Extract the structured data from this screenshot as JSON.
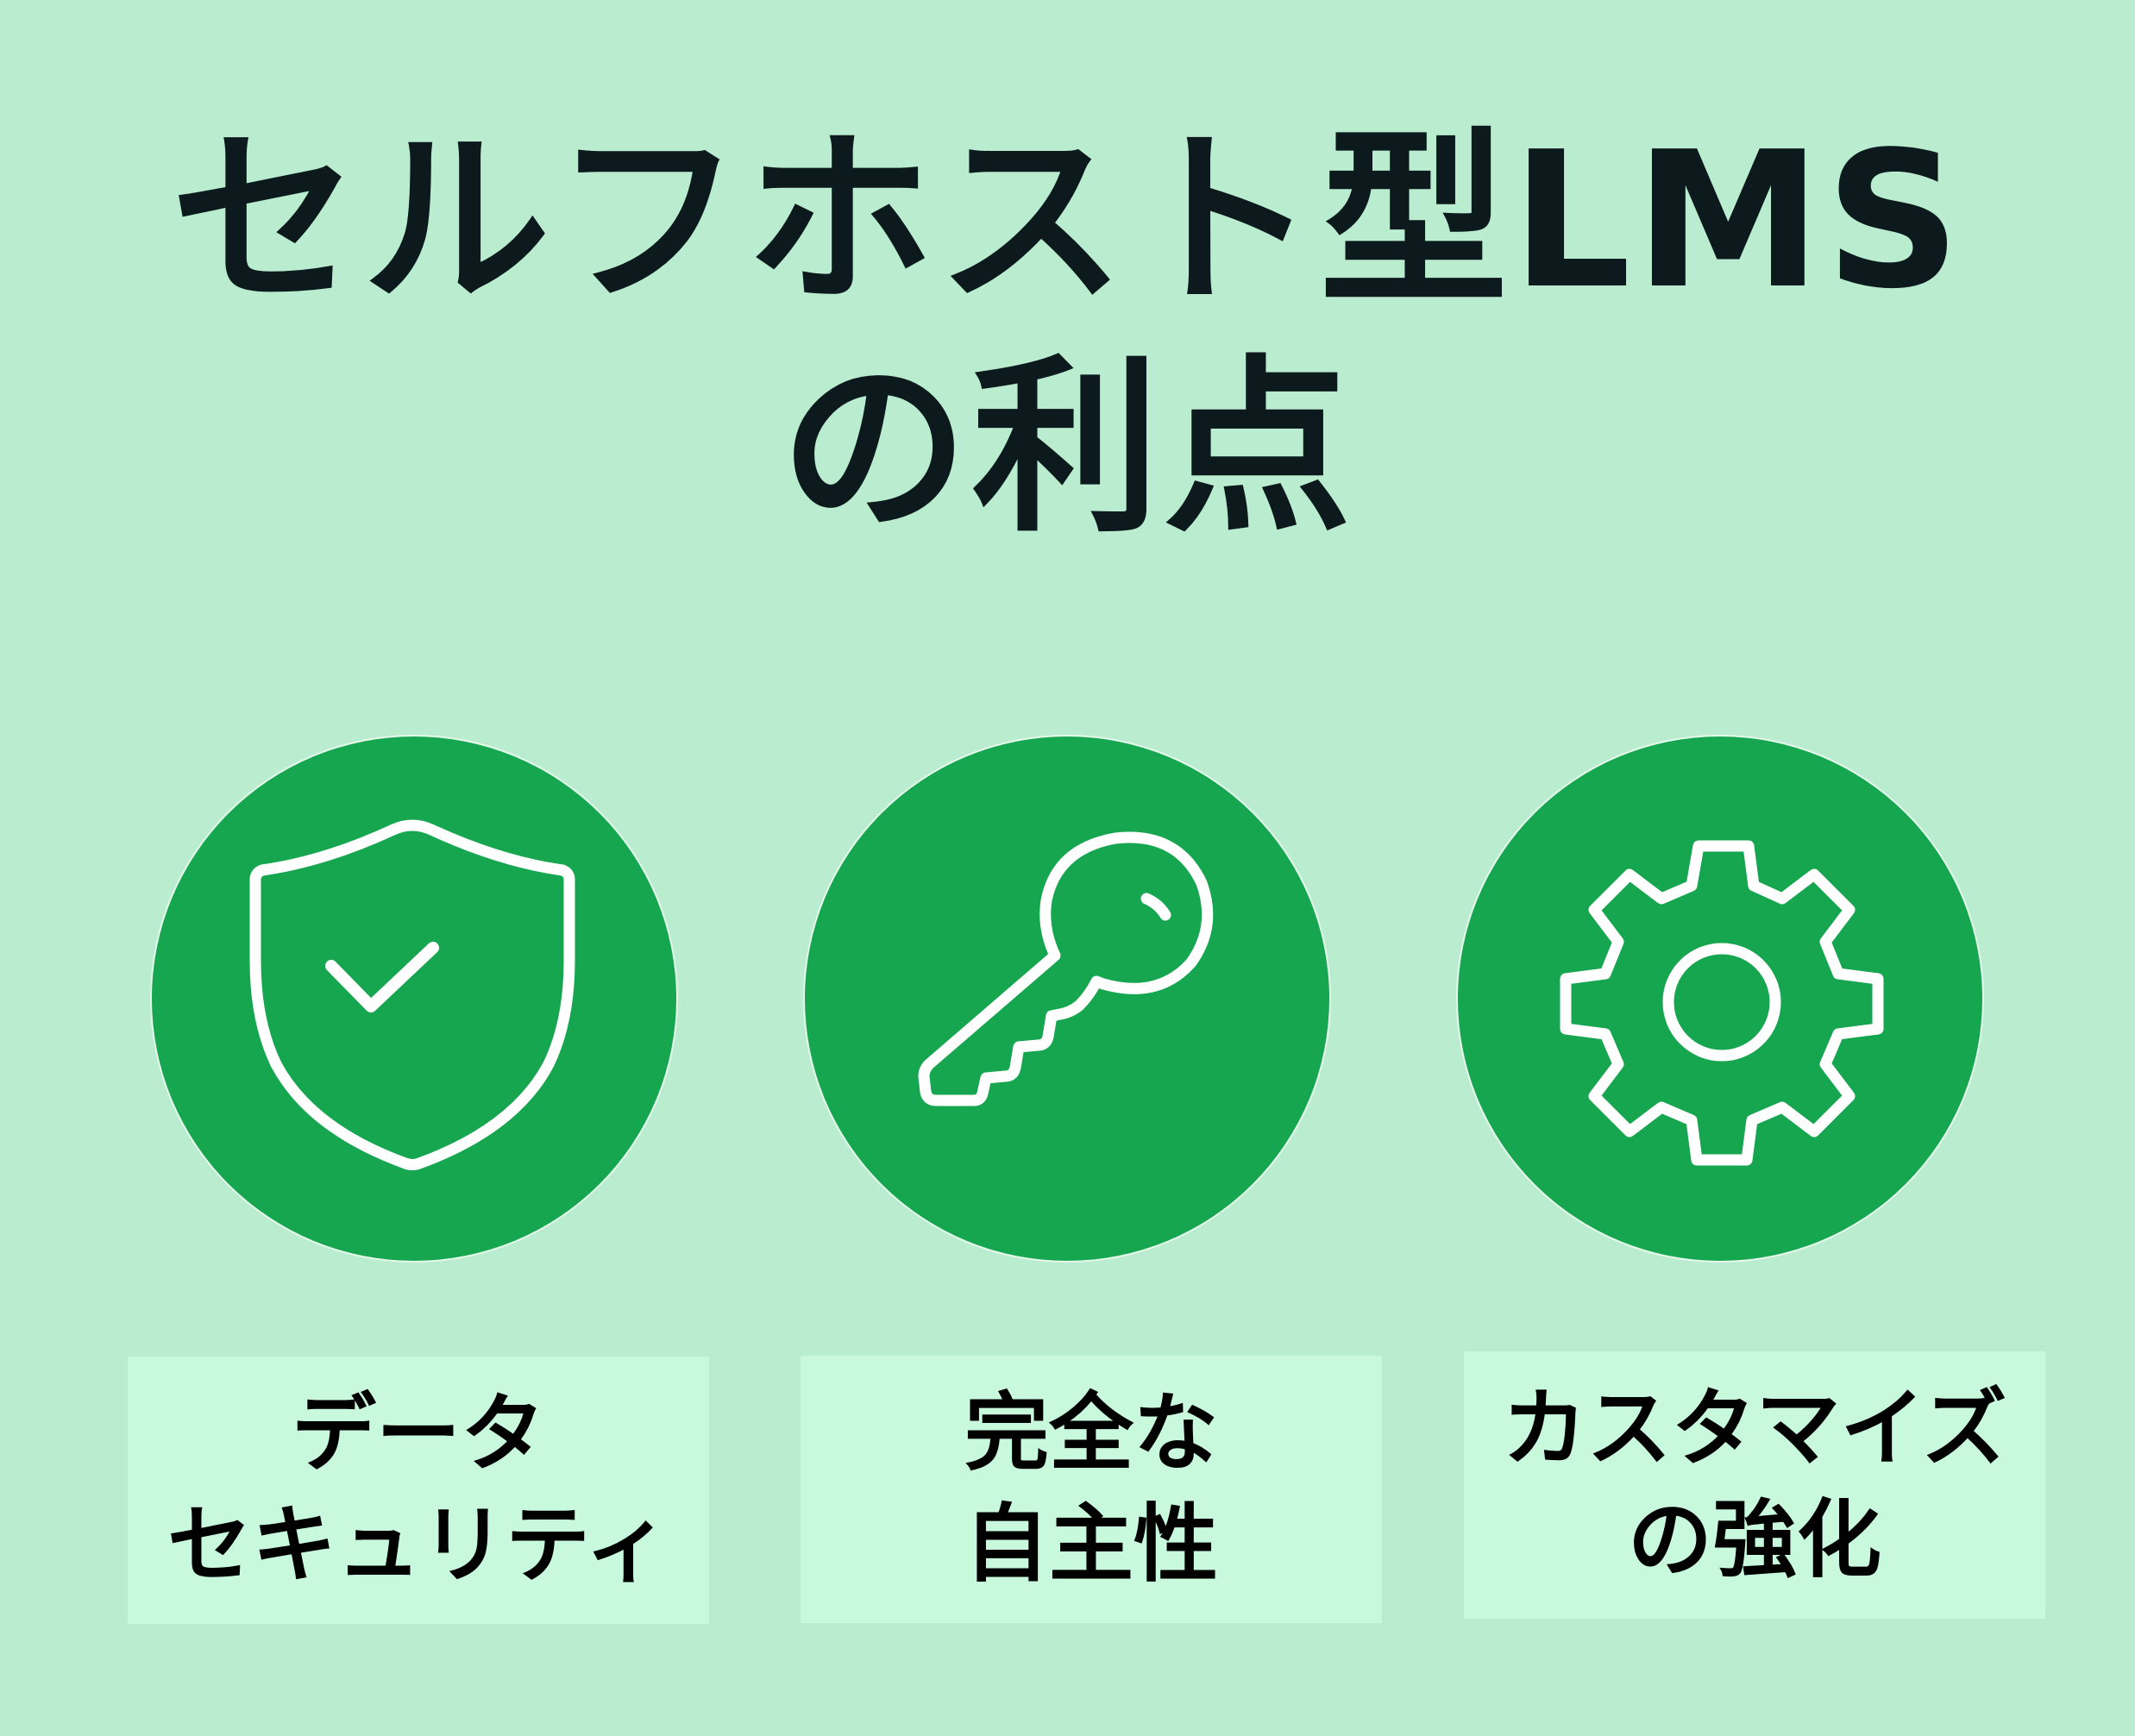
{
  "title": {
    "line1": "セルフホスト型LMS",
    "line2": "の利点"
  },
  "colors": {
    "background": "#BAEDCF",
    "circle": "#16A64F",
    "card": "#C8F9DD",
    "text": "#0C1A1E",
    "icon_stroke": "#FFFFFF"
  },
  "benefits": [
    {
      "icon": "shield-check-icon",
      "label_line1": "データ",
      "label_line2": "セキュリティ"
    },
    {
      "icon": "key-icon",
      "label_line1": "完全な",
      "label_line2": "自主性"
    },
    {
      "icon": "gear-icon",
      "label_line1": "カスタマイズ",
      "label_line2": "の強化"
    }
  ]
}
